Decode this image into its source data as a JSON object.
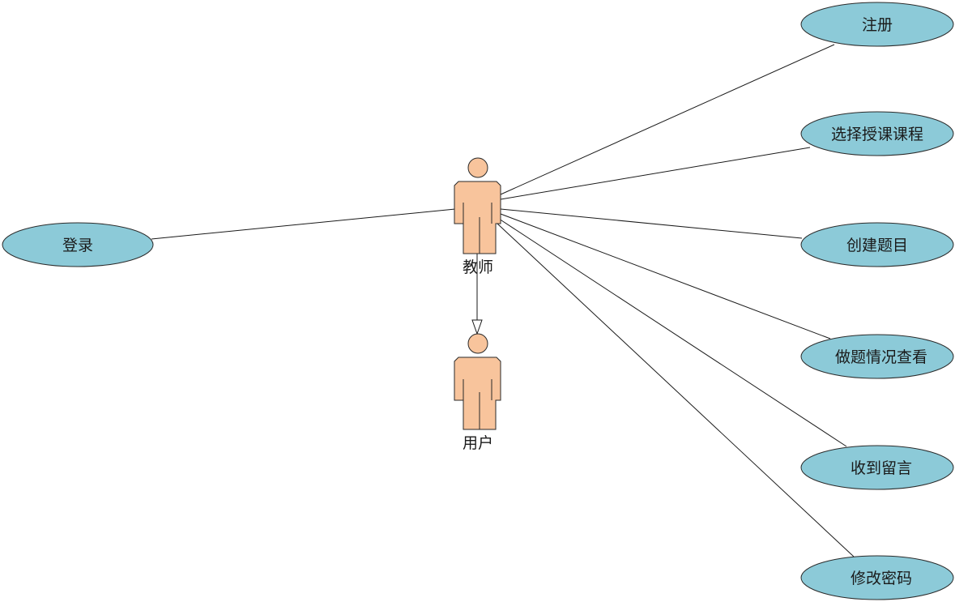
{
  "colors": {
    "use_case_fill": "#8CCAD8",
    "use_case_stroke": "#2a2a2a",
    "actor_fill": "#F8C49C",
    "actor_stroke": "#2a2a2a",
    "line": "#1a1a1a",
    "background": "#ffffff"
  },
  "actors": {
    "teacher": {
      "label": "教师",
      "icon": "person-icon"
    },
    "user": {
      "label": "用户",
      "icon": "person-icon"
    }
  },
  "relationships": {
    "generalization": {
      "from": "teacher",
      "to": "user",
      "kind": "generalization"
    }
  },
  "use_cases": {
    "login": {
      "label": "登录"
    },
    "register": {
      "label": "注册"
    },
    "select_course": {
      "label": "选择授课课程"
    },
    "create_question": {
      "label": "创建题目"
    },
    "view_progress": {
      "label": "做题情况查看"
    },
    "receive_message": {
      "label": "收到留言"
    },
    "change_password": {
      "label": "修改密码"
    }
  }
}
